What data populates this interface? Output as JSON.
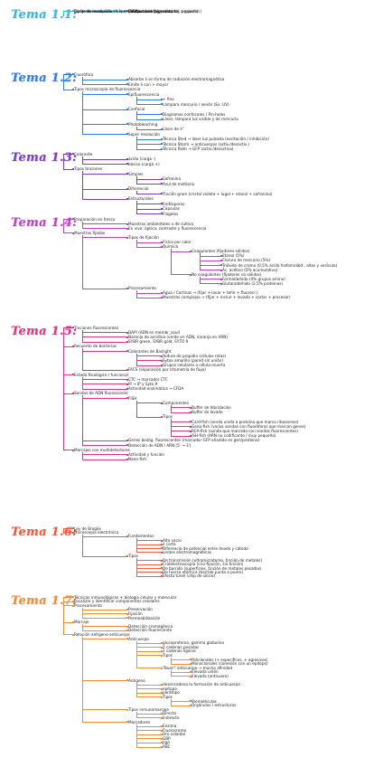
{
  "colors": {
    "t11": "#38b6e6",
    "t12": "#2e7de9",
    "t13": "#7a3ccc",
    "t14": "#c040c8",
    "t15": "#e0347e",
    "t16": "#f25a3c",
    "t17": "#f58a32"
  },
  "sections": [
    {
      "title": "Tema 1.1:",
      "color_key": "t11",
      "items": [
        {
          "d": 1,
          "t": "Límite de resolución (0,2μm y 0,1 nm)"
        },
        {
          "d": 1,
          "t": "poder de resolución"
        },
        {
          "d": 1,
          "t": "Tipos microscopía luz transmitida"
        },
        {
          "d": 2,
          "t": "Campo claro (pigmentadas o grasas)"
        },
        {
          "d": 2,
          "t": "Campo oscuro (grasas)"
        },
        {
          "d": 2,
          "t": "Contraste de fases (fases)"
        },
        {
          "d": 2,
          "t": "DIC/Nomarski (gruesas, tej. pequeños)"
        }
      ]
    },
    {
      "title": "Tema 1.2:",
      "color_key": "t12",
      "items": [
        {
          "d": 1,
          "t": "Fluoróforo"
        },
        {
          "d": 2,
          "t": "Absorbe λ en forma de radiación electromagnética"
        },
        {
          "d": 2,
          "t": "Emite λ con > mayor"
        },
        {
          "d": 1,
          "t": "Tipos microscopía de fluorescencia"
        },
        {
          "d": 2,
          "t": "Epifluorescencia"
        },
        {
          "d": 3,
          "t": "+ fina"
        },
        {
          "d": 3,
          "t": "Lámpara mercurio / xenón (Ex. UV)"
        },
        {
          "d": 2,
          "t": "Confocal"
        },
        {
          "d": 3,
          "t": "Diagramas confocales / Pin-holes"
        },
        {
          "d": 3,
          "t": "Láser, lámpara luz visible y de mercurio"
        },
        {
          "d": 2,
          "t": "Photobleaching"
        },
        {
          "d": 3,
          "t": "Láser de λ°"
        },
        {
          "d": 2,
          "t": "Súper resolución"
        },
        {
          "d": 3,
          "t": "Técnica Sted → láser luz pulsada (excitación / inhibición)"
        },
        {
          "d": 3,
          "t": "Técnica Storm → anticuerpos (activ./desactiv.)"
        },
        {
          "d": 3,
          "t": "Técnica Palm → GFP (activ./desactiva)"
        }
      ]
    },
    {
      "title": "Tema 1.3:",
      "color_key": "t13",
      "items": [
        {
          "d": 1,
          "t": "Colorante"
        },
        {
          "d": 2,
          "t": "ácido (carga -)"
        },
        {
          "d": 2,
          "t": "básico (carga +)"
        },
        {
          "d": 1,
          "t": "Tipos tinciones"
        },
        {
          "d": 2,
          "t": "Simples"
        },
        {
          "d": 3,
          "t": "Safranina"
        },
        {
          "d": 3,
          "t": "Azul de metileno"
        },
        {
          "d": 2,
          "t": "Diferencial"
        },
        {
          "d": 3,
          "t": "Tinción gram (cristal violeta + lugol + etanol + safranina)"
        },
        {
          "d": 2,
          "t": "Estructurales"
        },
        {
          "d": 3,
          "t": "Endósporas"
        },
        {
          "d": 3,
          "t": "Cápsulas"
        },
        {
          "d": 3,
          "t": "Flagelos"
        }
      ]
    },
    {
      "title": "Tema 1.4:",
      "color_key": "t14",
      "items": [
        {
          "d": 1,
          "t": "Preparación en fresco"
        },
        {
          "d": 2,
          "t": "Muestras ambientales o de cultivo"
        },
        {
          "d": 2,
          "t": "En vivo: óptica, contraste y fluorescencia"
        },
        {
          "d": 1,
          "t": "Muestras fijadas"
        },
        {
          "d": 2,
          "t": "Tipos de fijación"
        },
        {
          "d": 3,
          "t": "Física por calor"
        },
        {
          "d": 3,
          "t": "Química"
        },
        {
          "d": 4,
          "t": "Coagulantes (fijadores sólidos)"
        },
        {
          "d": 5,
          "t": "Etanol (5%)"
        },
        {
          "d": 5,
          "t": "Cloruro de mercurio (5%)"
        },
        {
          "d": 5,
          "t": "Trióxido de cromo (0,5% ácido fosfomolibd., altos y vesícula)"
        },
        {
          "d": 5,
          "t": "Ác. acético (5% acumulativo)"
        },
        {
          "d": 4,
          "t": "No coagulantes (fijadores no sólidos)"
        },
        {
          "d": 5,
          "t": "Formaldehído (4% grupos amino)"
        },
        {
          "d": 5,
          "t": "Glutaraldehído (2,5% proteínas)"
        },
        {
          "d": 2,
          "t": "Procesamiento"
        },
        {
          "d": 3,
          "t": "Agua / Cortinas → (fijar + lavar + teñir + fluorocr.)"
        },
        {
          "d": 3,
          "t": "Muestras complejas → (fijar + incluir + lavado + cortar + procesar)"
        }
      ]
    },
    {
      "title": "Tema 1.5:",
      "color_key": "t15",
      "items": [
        {
          "d": 1,
          "t": "Tinciones fluorescentes"
        },
        {
          "d": 2,
          "t": "DAPI (ADN en membr_azul)"
        },
        {
          "d": 2,
          "t": "Naranja de acridina (verde en ADN, naranja en ARN)"
        },
        {
          "d": 2,
          "t": "SYBR green, SYBR gold, SYTO 9"
        },
        {
          "d": 1,
          "t": "Recuento de bacterias"
        },
        {
          "d": 2,
          "t": "Colorantes de Baclight"
        },
        {
          "d": 3,
          "t": "Yoduro de propidio (células rotas)"
        },
        {
          "d": 3,
          "t": "Sytox amarillo (pared sin unión)"
        },
        {
          "d": 3,
          "t": "Grupos celulares o célula muerta"
        },
        {
          "d": 2,
          "t": "FACS (separación por citometría de flujo)"
        },
        {
          "d": 1,
          "t": "Estado fisiológico / funcional"
        },
        {
          "d": 2,
          "t": "CTC → marcador CTC"
        },
        {
          "d": 2,
          "t": "PI → IP y Syto 9"
        },
        {
          "d": 2,
          "t": "Actividad enzimática → CFDA"
        },
        {
          "d": 1,
          "t": "Sondas de ADN fluorescente"
        },
        {
          "d": 2,
          "t": "FISH"
        },
        {
          "d": 3,
          "t": "Componentes"
        },
        {
          "d": 4,
          "t": "Buffer de hibridación"
        },
        {
          "d": 4,
          "t": "Buffer de lavado"
        },
        {
          "d": 3,
          "t": "Tipos"
        },
        {
          "d": 4,
          "t": "Card-fish (sonda unida a proteína que marca ribosomas)"
        },
        {
          "d": 4,
          "t": "Geno-fish (varias sondas con fluoróforos que marcan genes)"
        },
        {
          "d": 4,
          "t": "RCA-fish (sonda que marcado con sondas fluorescentes)"
        },
        {
          "d": 4,
          "t": "ISH-fish (ARN no codificante / muy pequeño)"
        },
        {
          "d": 2,
          "t": "Genes biológ. fluorescentes (marcador GFP añadido en gen/proteína)"
        },
        {
          "d": 2,
          "t": "Detección de ADN / ARN (5' → 3')"
        },
        {
          "d": 1,
          "t": "Marcajes con multidetectores"
        },
        {
          "d": 2,
          "t": "Actividad y función"
        },
        {
          "d": 2,
          "t": "Nano-fish"
        }
      ]
    },
    {
      "title": "Tema 1.6:",
      "color_key": "t16",
      "items": [
        {
          "d": 1,
          "t": "Ley de Broglie"
        },
        {
          "d": 1,
          "t": "Microscopía electrónica"
        },
        {
          "d": 2,
          "t": "Fundamentos"
        },
        {
          "d": 3,
          "t": "Alto vacío"
        },
        {
          "d": 3,
          "t": "λ corta"
        },
        {
          "d": 3,
          "t": "Diferencia de potencial entre ánodo y cátodo"
        },
        {
          "d": 3,
          "t": "Lentes electromagnéticas"
        },
        {
          "d": 2,
          "t": "Tipos"
        },
        {
          "d": 3,
          "t": "De transmisión (ultramicrotomo, tinción de metales)"
        },
        {
          "d": 3,
          "t": "Crióelectroscopía (crio-fijación, sin tinción)"
        },
        {
          "d": 3,
          "t": "De barrido (superficies, tinción de metales pesados)"
        },
        {
          "d": 3,
          "t": "De fuerza atómica (barrido punta a punto)"
        },
        {
          "d": 3,
          "t": "Efecto túnel (chip de silicio)"
        }
      ]
    },
    {
      "title": "Tema 1.7:",
      "color_key": "t17",
      "items": [
        {
          "d": 1,
          "t": "Técnicas inmunológicas + biología celular y molecular"
        },
        {
          "d": 1,
          "t": "Localizar y identificar componentes celulares"
        },
        {
          "d": 1,
          "t": "Procesamiento"
        },
        {
          "d": 2,
          "t": "Preservación"
        },
        {
          "d": 2,
          "t": "Fijación"
        },
        {
          "d": 2,
          "t": "Permeabilización"
        },
        {
          "d": 1,
          "t": "Marcaje"
        },
        {
          "d": 2,
          "t": "Detección cromogénica"
        },
        {
          "d": 2,
          "t": "Detección fluorescente"
        },
        {
          "d": 1,
          "t": "Relación antígeno-anticuerpo"
        },
        {
          "d": 2,
          "t": "Anticuerpo"
        },
        {
          "d": 3,
          "t": "glucoproteína, gamma globulina"
        },
        {
          "d": 3,
          "t": "2 cadenas pesadas"
        },
        {
          "d": 3,
          "t": "2 cadenas ligeras"
        },
        {
          "d": 3,
          "t": "Tipos"
        },
        {
          "d": 4,
          "t": "Policlonales (+ específicos, + agresivos)"
        },
        {
          "d": 4,
          "t": "Monoclonales (conexión con un epítopo)"
        },
        {
          "d": 3,
          "t": "\"Buen\" anticuerpo → mucha afinidad"
        },
        {
          "d": 4,
          "t": "Elevada unión"
        },
        {
          "d": 4,
          "t": "Elevada (antisuero)"
        },
        {
          "d": 2,
          "t": "Antígeno"
        },
        {
          "d": 3,
          "t": "desencadena la formación de anticuerpo"
        },
        {
          "d": 3,
          "t": "epítopo"
        },
        {
          "d": 3,
          "t": "parátopo"
        },
        {
          "d": 3,
          "t": "Tipos"
        },
        {
          "d": 4,
          "t": "Biomoléculas"
        },
        {
          "d": 4,
          "t": "Orgánulos / estructuras"
        },
        {
          "d": 2,
          "t": "Tipos inmunomarcaje"
        },
        {
          "d": 3,
          "t": "Directo"
        },
        {
          "d": 3,
          "t": "Indirecto"
        },
        {
          "d": 2,
          "t": "Marcadores"
        },
        {
          "d": 3,
          "t": "Enzima"
        },
        {
          "d": 3,
          "t": "Fluorocromo"
        },
        {
          "d": 3,
          "t": "Oro coloidal"
        },
        {
          "d": 3,
          "t": "GBP"
        },
        {
          "d": 3,
          "t": "FBP"
        },
        {
          "d": 3,
          "t": "ABC"
        }
      ]
    }
  ]
}
